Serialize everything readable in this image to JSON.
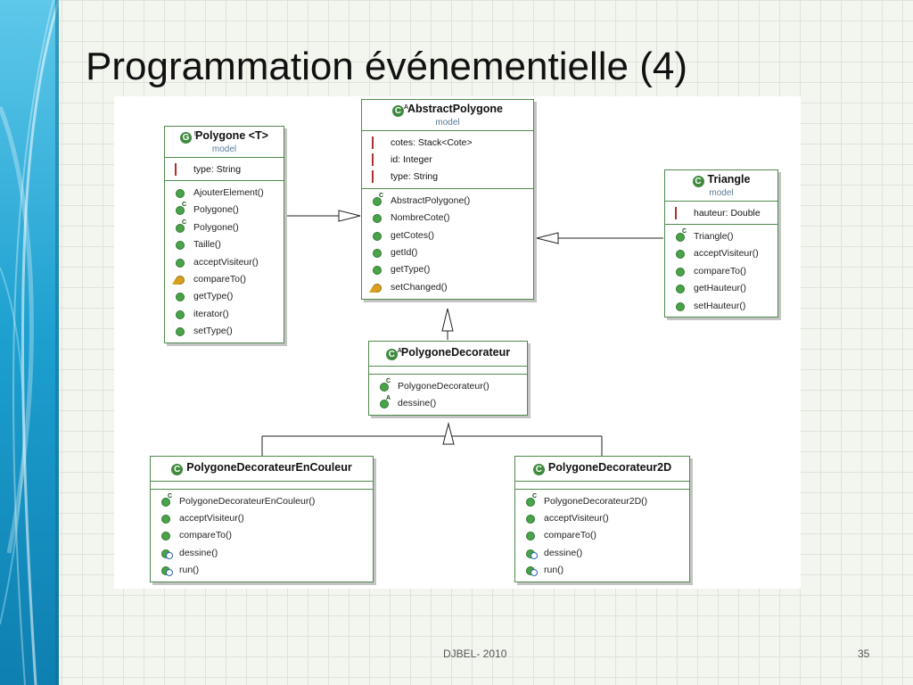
{
  "slide": {
    "title": "Programmation événementielle (4)",
    "footer": "DJBEL- 2010",
    "page_number": "35"
  },
  "colors": {
    "class_border": "#4f8a4c",
    "method_icon": "#4aa34a",
    "attribute_icon": "#b03030",
    "left_band": "#1c9fcf"
  },
  "classes": {
    "polygone": {
      "name": "Polygone <T>",
      "package": "model",
      "attributes": [
        "type: String"
      ],
      "operations": [
        "AjouterElement()",
        "Polygone()",
        "Polygone()",
        "Taille()",
        "acceptVisiteur()",
        "compareTo()",
        "getType()",
        "iterator()",
        "setType()"
      ]
    },
    "abstract_polygone": {
      "name": "AbstractPolygone",
      "package": "model",
      "attributes": [
        "cotes: Stack<Cote>",
        "id: Integer",
        "type: String"
      ],
      "operations": [
        "AbstractPolygone()",
        "NombreCote()",
        "getCotes()",
        "getId()",
        "getType()",
        "setChanged()"
      ]
    },
    "triangle": {
      "name": "Triangle",
      "package": "model",
      "attributes": [
        "hauteur: Double"
      ],
      "operations": [
        "Triangle()",
        "acceptVisiteur()",
        "compareTo()",
        "getHauteur()",
        "setHauteur()"
      ]
    },
    "polygone_decorateur": {
      "name": "PolygoneDecorateur",
      "operations": [
        "PolygoneDecorateur()",
        "dessine()"
      ]
    },
    "polygone_decorateur_en_couleur": {
      "name": "PolygoneDecorateurEnCouleur",
      "operations": [
        "PolygoneDecorateurEnCouleur()",
        "acceptVisiteur()",
        "compareTo()",
        "dessine()",
        "run()"
      ]
    },
    "polygone_decorateur_2d": {
      "name": "PolygoneDecorateur2D",
      "operations": [
        "PolygoneDecorateur2D()",
        "acceptVisiteur()",
        "compareTo()",
        "dessine()",
        "run()"
      ]
    }
  }
}
